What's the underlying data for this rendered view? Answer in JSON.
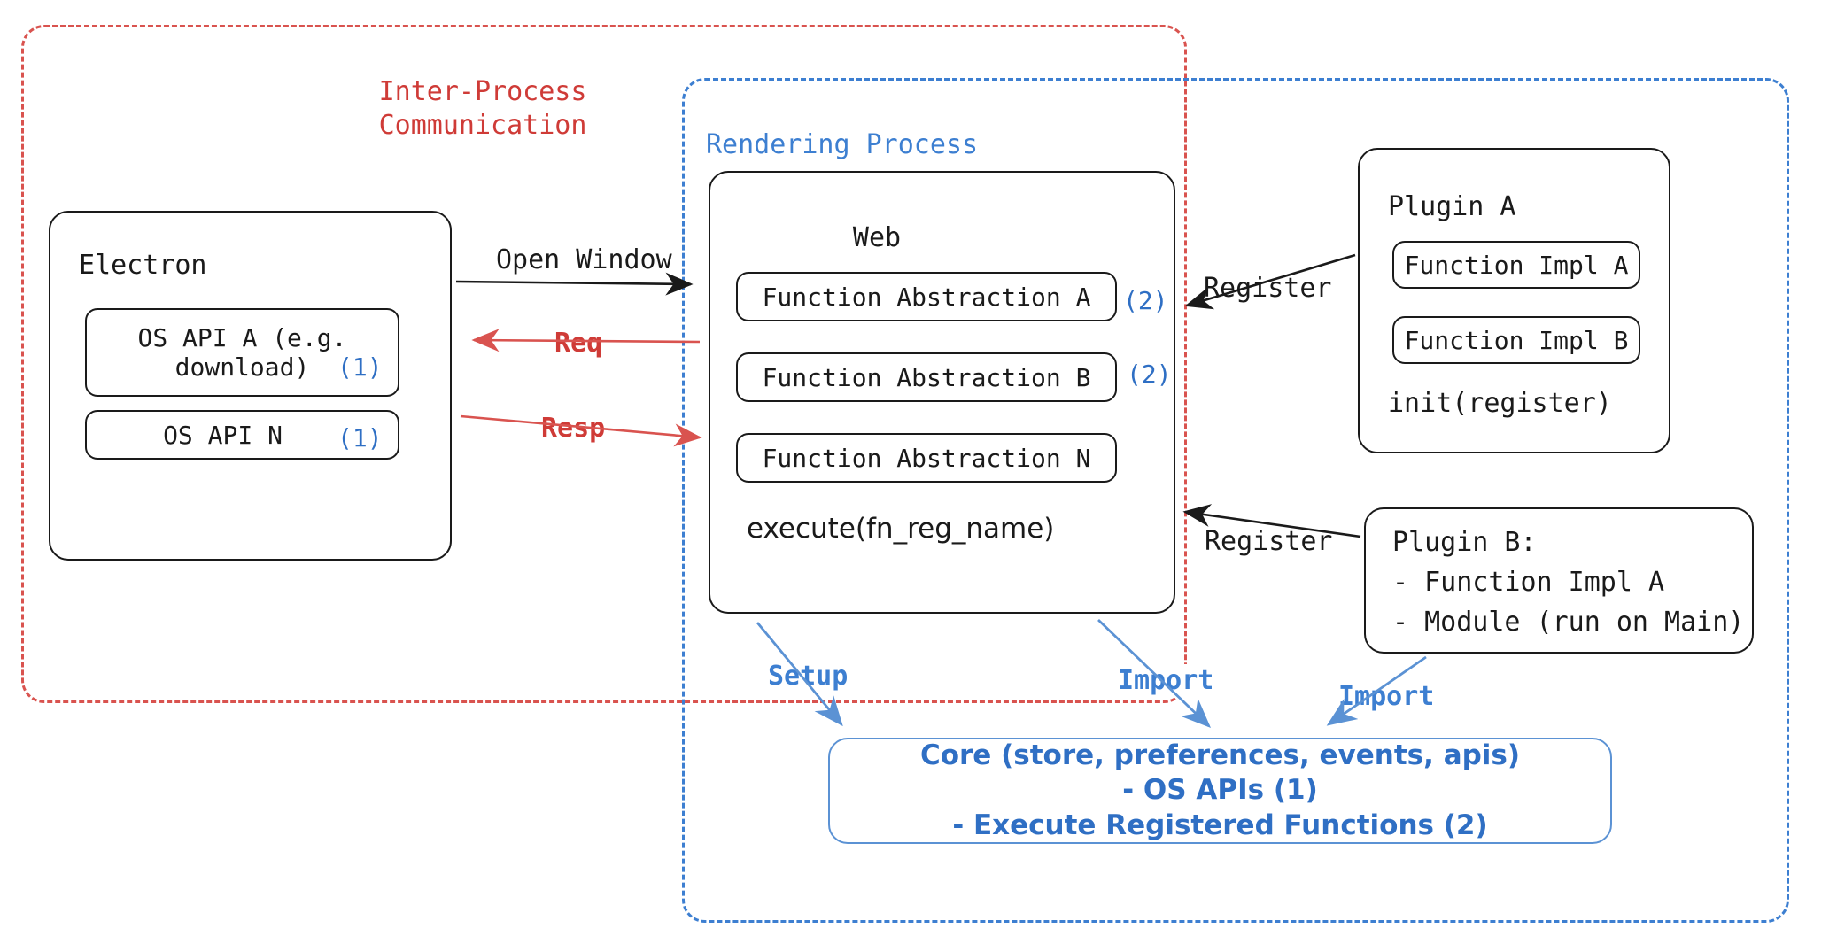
{
  "diagram": {
    "title": "Electron plugin architecture",
    "colors": {
      "ipc_red": "#cf3b37",
      "process_blue": "#3d7fd1",
      "core_blue": "#2f6fc4",
      "box_black": "#1a1a1a"
    }
  },
  "groups": {
    "ipc": {
      "label": "Inter-Process\nCommunication",
      "style": "dashed",
      "color": "#cf3b37"
    },
    "rendering": {
      "label": "Rendering Process",
      "style": "dashed",
      "color": "#3d7fd1"
    }
  },
  "electron": {
    "title": "Electron",
    "apis": [
      {
        "label": "OS API A (e.g.\ndownload)",
        "tag": "(1)"
      },
      {
        "label": "OS API N",
        "tag": "(1)"
      }
    ]
  },
  "web": {
    "title": "Web",
    "abstractions": [
      {
        "label": "Function Abstraction A",
        "tag": "(2)"
      },
      {
        "label": "Function Abstraction B",
        "tag": "(2)"
      },
      {
        "label": "Function Abstraction N",
        "tag": ""
      }
    ],
    "footer": "execute(fn_reg_name)"
  },
  "plugin_a": {
    "title": "Plugin A",
    "items": [
      "Function Impl A",
      "Function Impl B"
    ],
    "footer": "init(register)"
  },
  "plugin_b": {
    "title": "Plugin B:",
    "lines": [
      "- Function Impl A",
      "- Module (run on Main)"
    ]
  },
  "core": {
    "lines": [
      "Core (store, preferences, events, apis)",
      "- OS APIs (1)",
      "- Execute Registered Functions (2)"
    ]
  },
  "arrows": {
    "open_window": {
      "label": "Open Window",
      "color": "#1a1a1a"
    },
    "req": {
      "label": "Req",
      "color": "#d9534f"
    },
    "resp": {
      "label": "Resp",
      "color": "#d9534f"
    },
    "register_a": {
      "label": "Register",
      "color": "#1a1a1a"
    },
    "register_b": {
      "label": "Register",
      "color": "#1a1a1a"
    },
    "setup": {
      "label": "Setup",
      "color": "#3d7fd1"
    },
    "import_web": {
      "label": "Import",
      "color": "#3d7fd1"
    },
    "import_plugin": {
      "label": "Import",
      "color": "#3d7fd1"
    }
  }
}
